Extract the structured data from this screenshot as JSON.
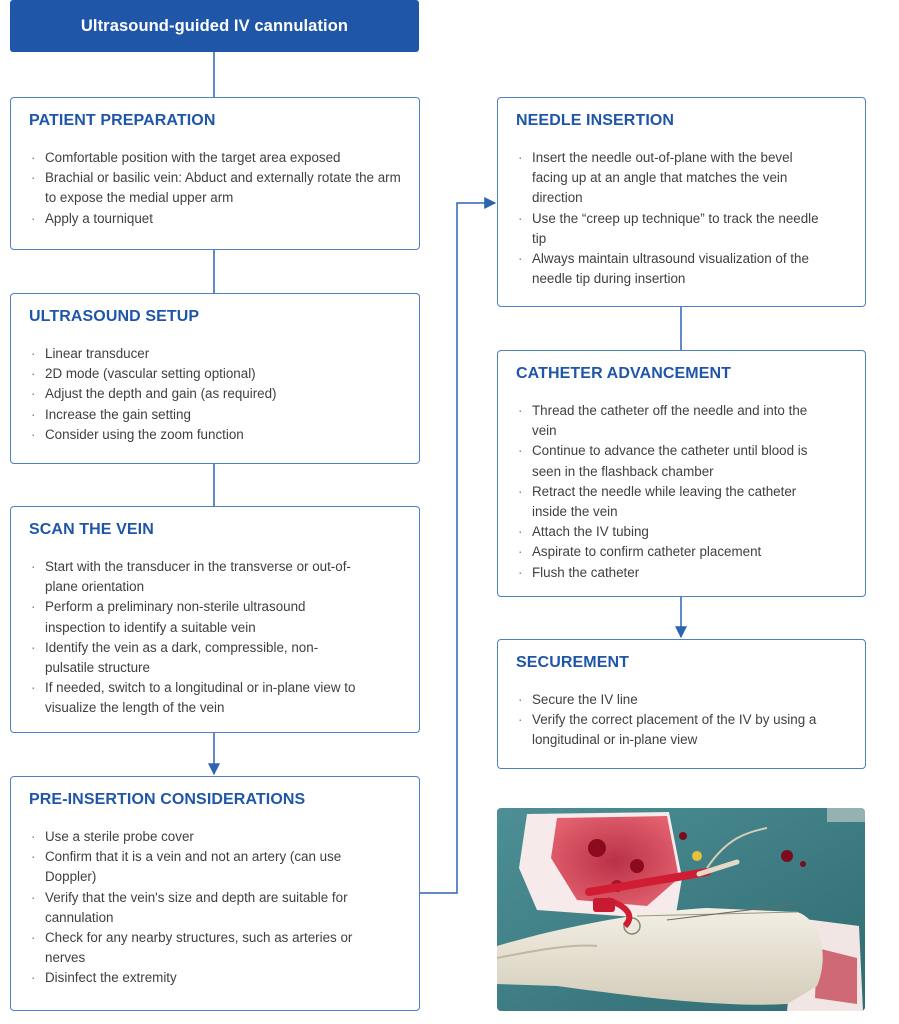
{
  "title": "Ultrasound-guided IV cannulation",
  "steps": {
    "patient_preparation": {
      "heading": "PATIENT PREPARATION",
      "items": [
        "Comfortable position with the target area exposed",
        "Brachial or basilic vein: Abduct and externally rotate the arm to expose the medial upper arm",
        "Apply a tourniquet"
      ]
    },
    "ultrasound_setup": {
      "heading": "ULTRASOUND SETUP",
      "items": [
        "Linear transducer",
        "2D mode (vascular setting optional)",
        "Adjust the depth and gain (as required)",
        "Increase the gain setting",
        "Consider using the zoom function"
      ]
    },
    "scan_the_vein": {
      "heading": "SCAN THE VEIN",
      "items": [
        "Start with the transducer in the transverse or out-of-plane orientation",
        "Perform a preliminary non-sterile ultrasound inspection to identify a suitable vein",
        "Identify the vein as a dark, compressible, non-pulsatile structure",
        "If needed, switch to a longitudinal or in-plane view to visualize the length of the vein"
      ]
    },
    "pre_insertion": {
      "heading": "PRE-INSERTION CONSIDERATIONS",
      "items": [
        "Use a sterile probe cover",
        "Confirm that it is a vein and not an artery (can use Doppler)",
        "Verify that the vein's size and depth are suitable for cannulation",
        "Check for any nearby structures, such as arteries or nerves",
        "Disinfect the extremity"
      ]
    },
    "needle_insertion": {
      "heading": "NEEDLE INSERTION",
      "items": [
        "Insert the needle out-of-plane with the bevel facing up at an angle that matches the vein direction",
        "Use the “creep up technique” to track the needle tip",
        "Always maintain ultrasound visualization of the needle tip during insertion"
      ]
    },
    "catheter_advancement": {
      "heading": "CATHETER ADVANCEMENT",
      "items": [
        "Thread the catheter off the needle and into the vein",
        "Continue to advance the catheter until blood is seen in the flashback chamber",
        "Retract the needle while leaving the catheter inside the vein",
        "Attach the IV tubing",
        "Aspirate to confirm catheter placement",
        "Flush the catheter"
      ]
    },
    "securement": {
      "heading": "SECUREMENT",
      "items": [
        "Secure the IV line",
        "Verify the correct placement of the IV by using a longitudinal or in-plane view"
      ]
    }
  },
  "colors": {
    "brand_blue": "#1f56a8",
    "border_blue": "#4f7fc4",
    "drape_teal": "#3f7f86"
  },
  "photo": {
    "subject": "ultrasound-probe-with-iv-catheter-photo"
  }
}
